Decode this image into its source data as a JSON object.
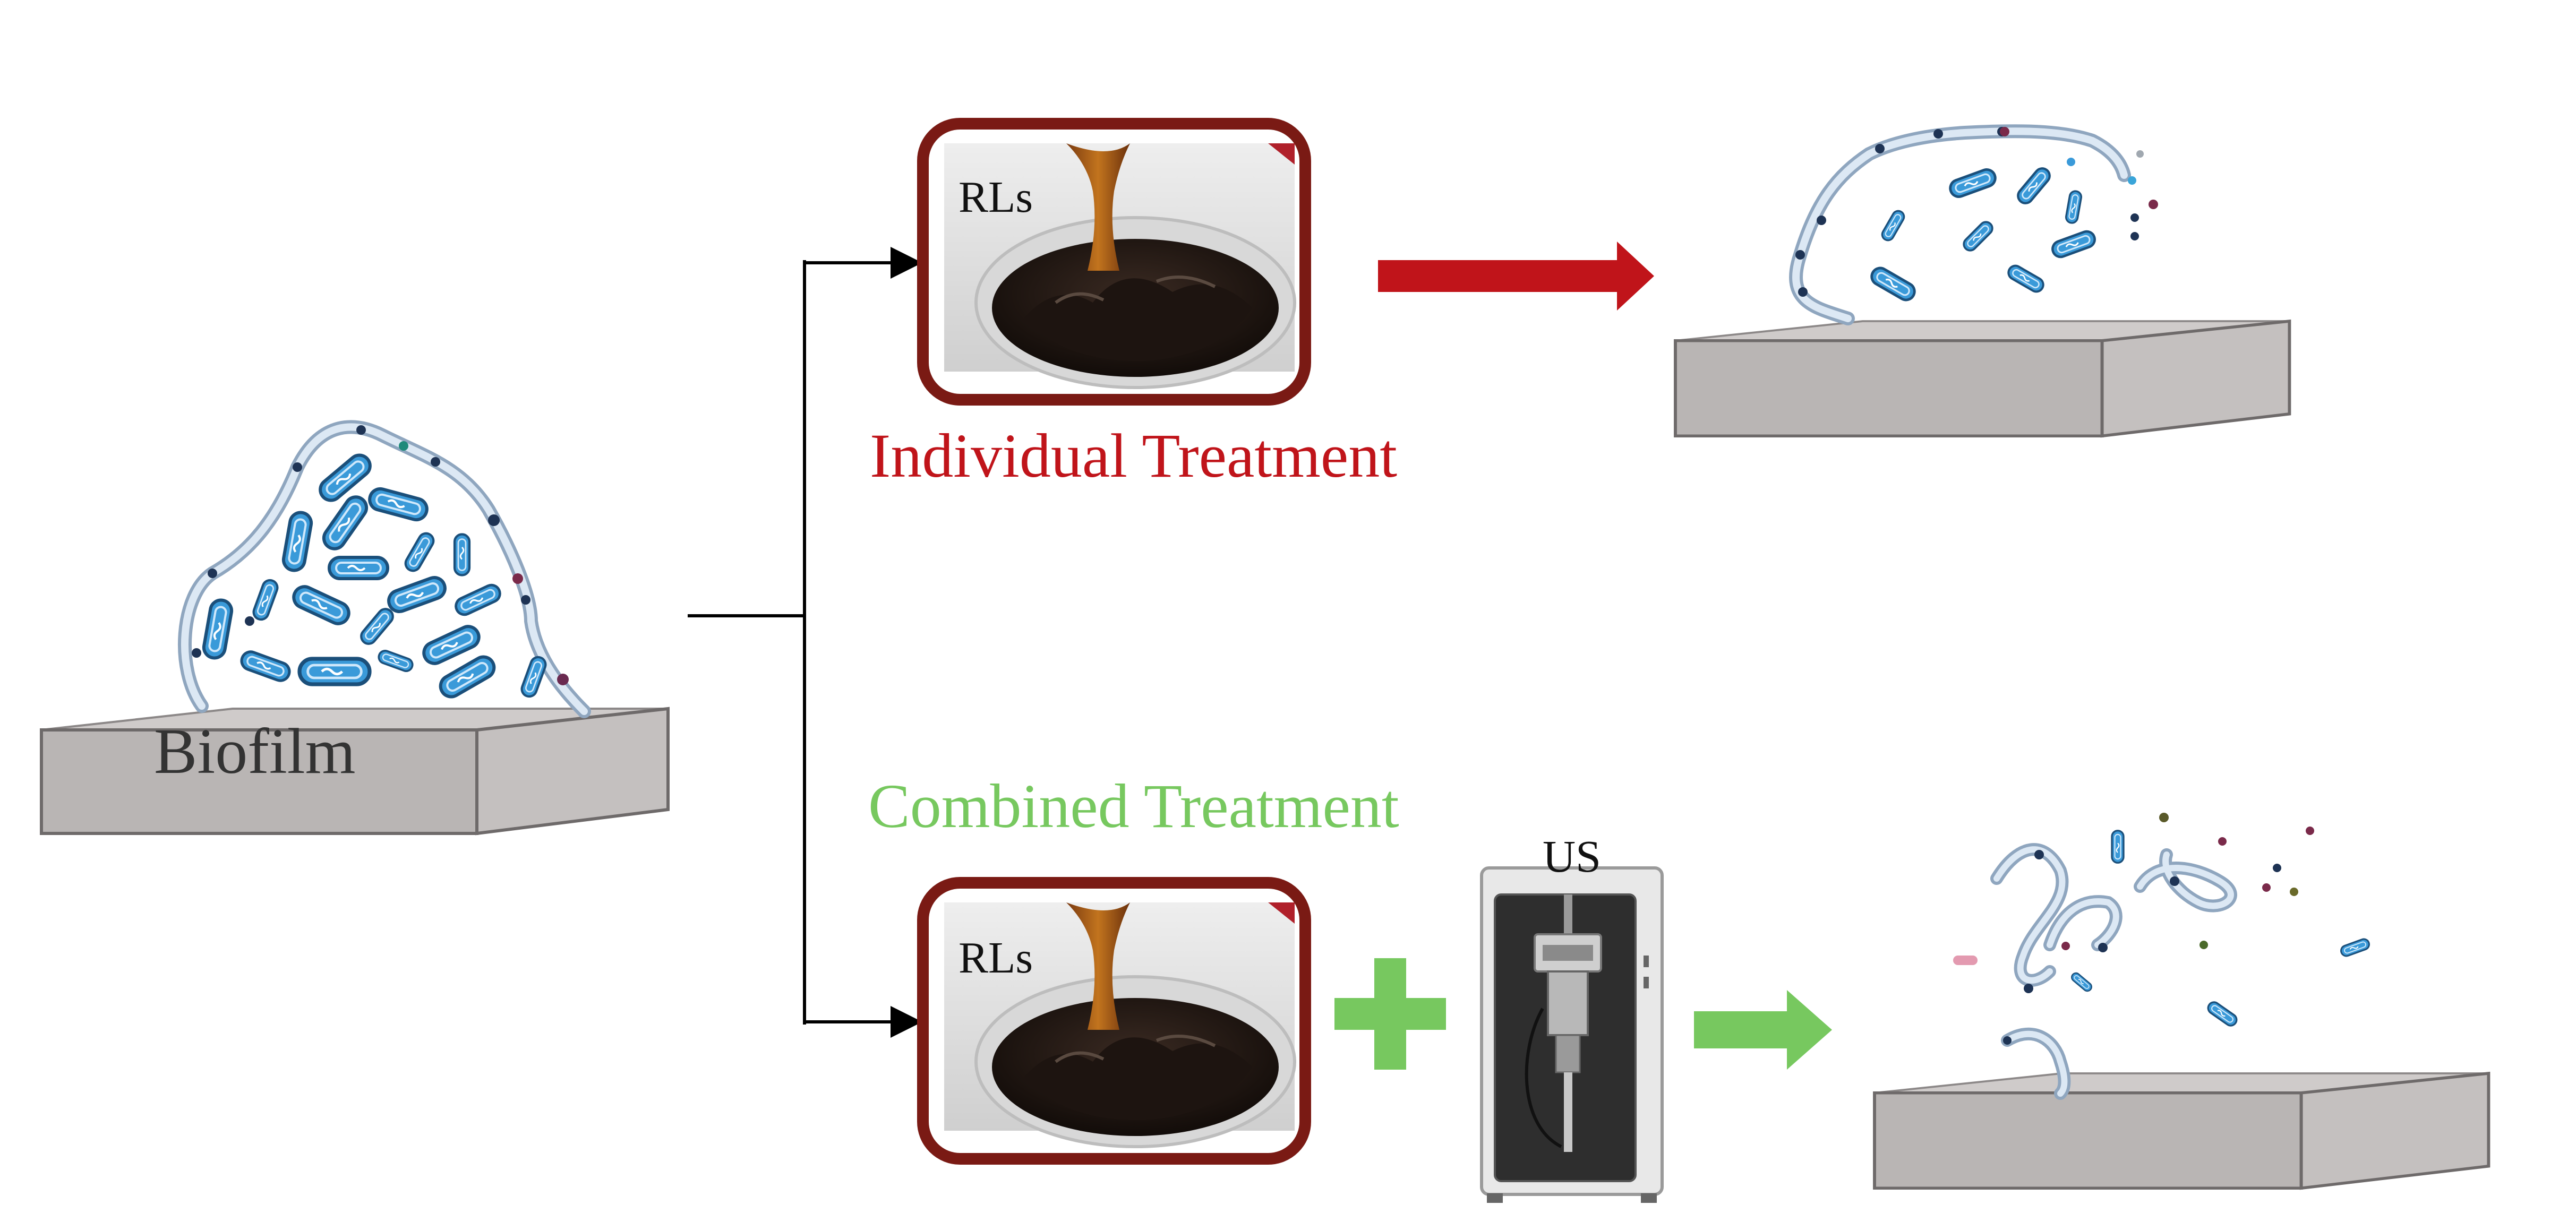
{
  "labels": {
    "biofilm": "Biofilm",
    "individual_treatment": "Individual Treatment",
    "combined_treatment": "Combined Treatment",
    "rls_top": "RLs",
    "rls_bottom": "RLs",
    "us": "US"
  },
  "colors": {
    "individual": "#c0141a",
    "combined": "#77c85f",
    "frame": "#7a1a14",
    "slab_top": "#cfcbca",
    "slab_front": "#b9b5b4",
    "bacteria": "#3a9ad9",
    "matrix": "#c9d9ea"
  },
  "icons": {
    "plus": "plus-icon",
    "arrow_individual": "arrow-right-icon",
    "arrow_combined": "arrow-right-icon",
    "ultrasound_device": "ultrasound-device-icon"
  }
}
